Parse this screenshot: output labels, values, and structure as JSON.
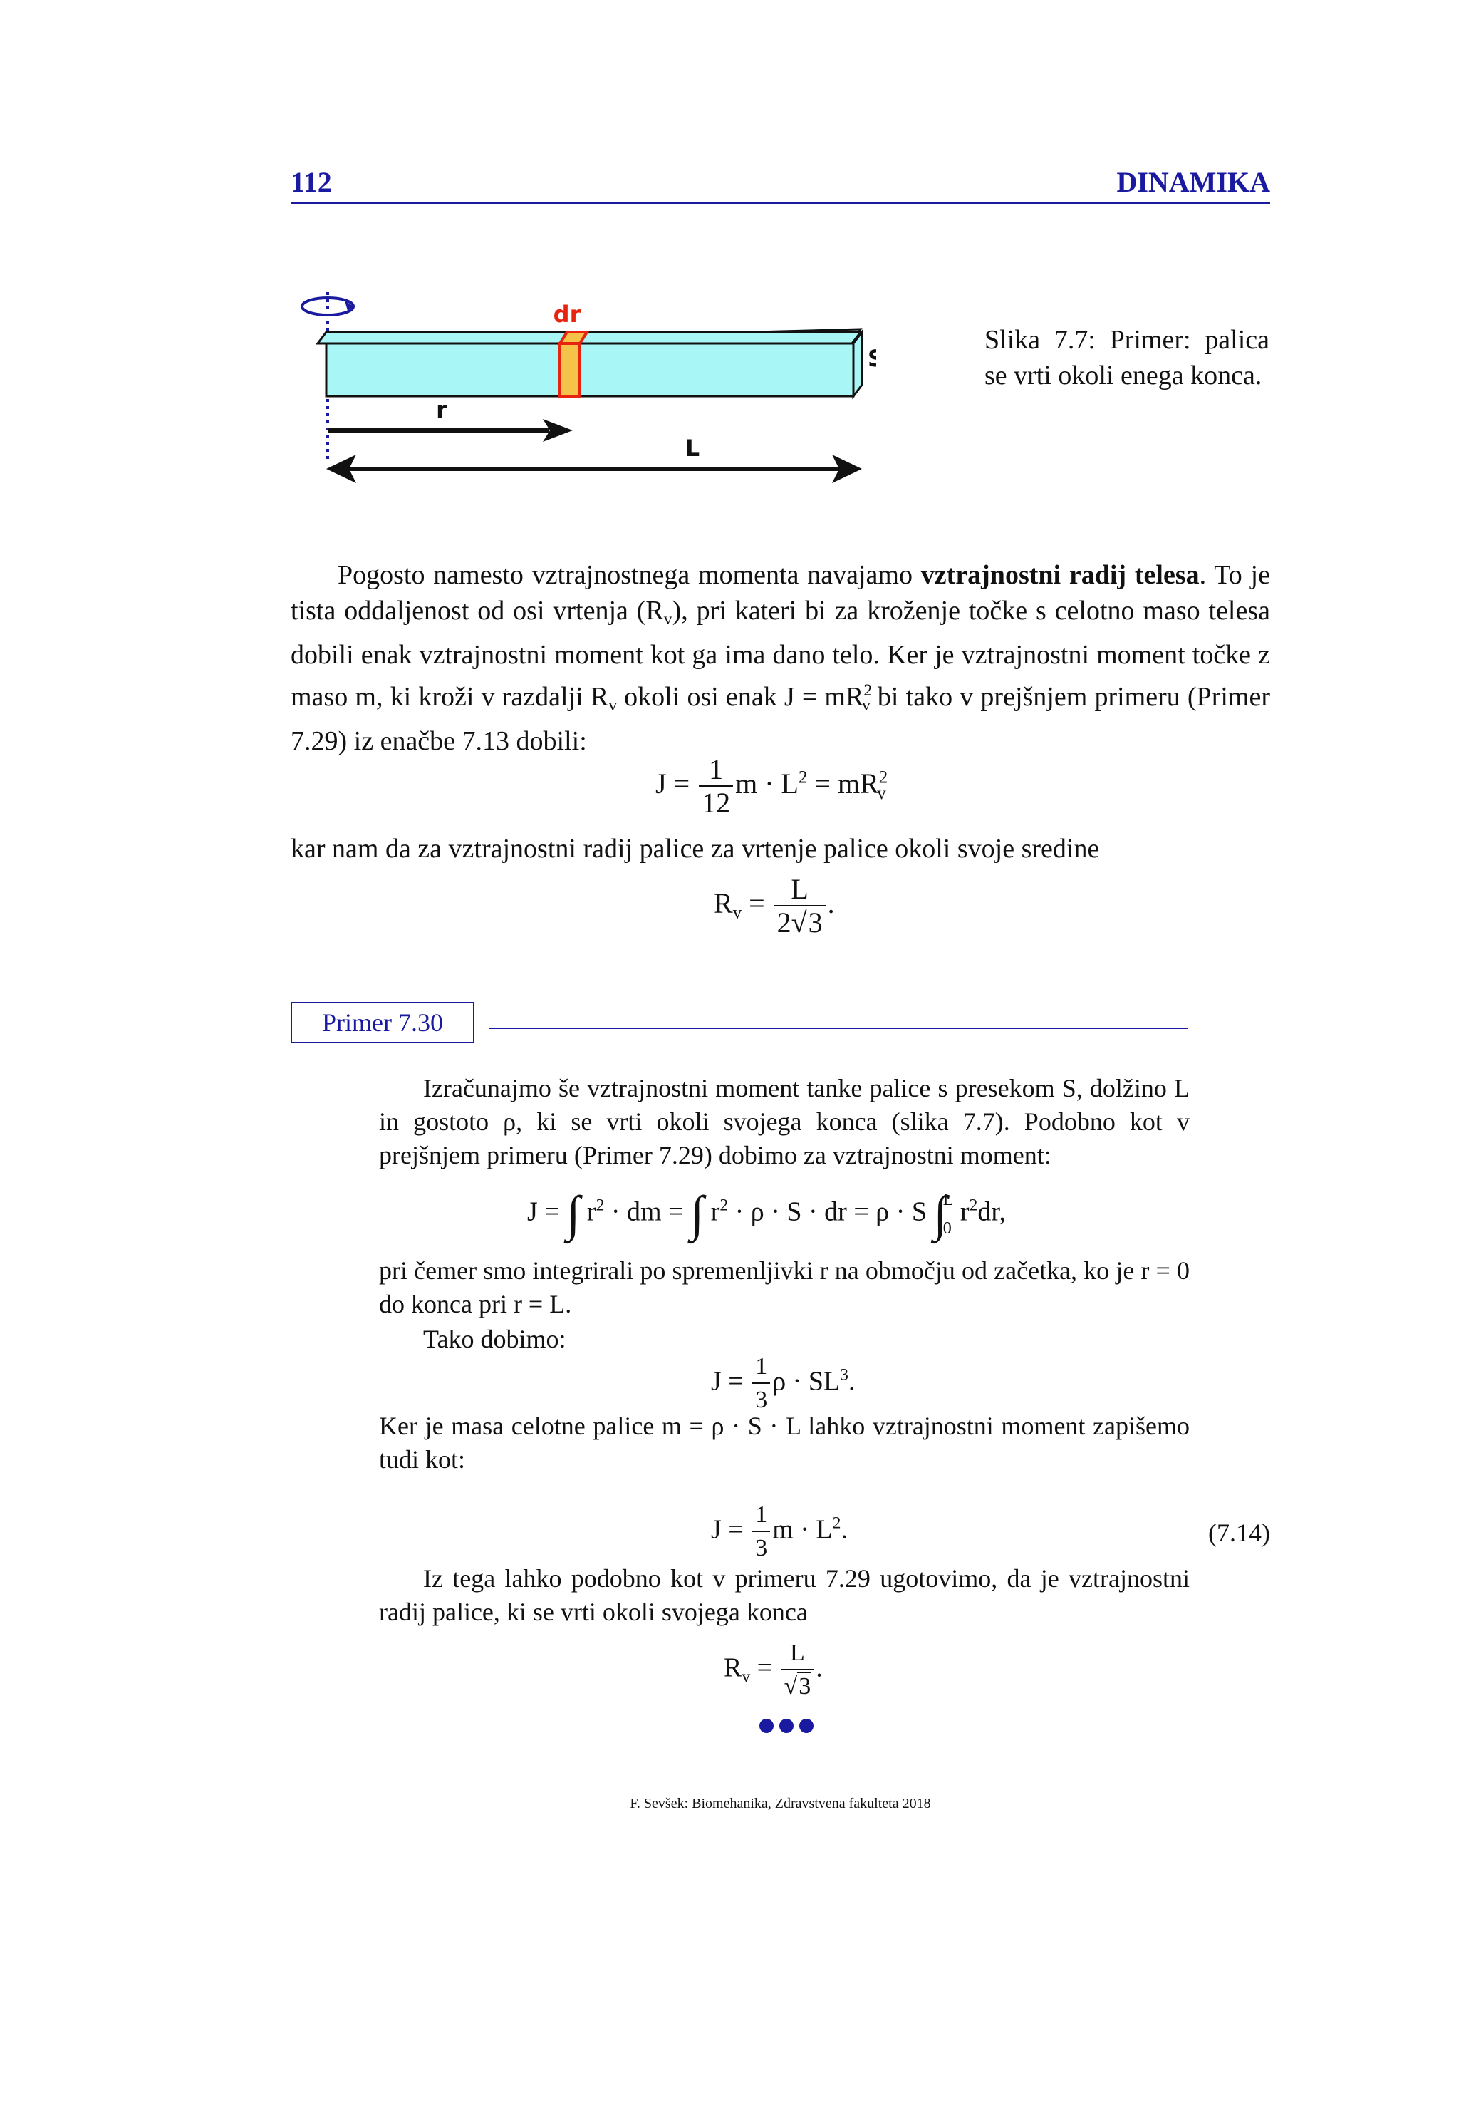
{
  "header": {
    "page_number": "112",
    "section": "DINAMIKA"
  },
  "figure": {
    "labels": {
      "dr": "dr",
      "S": "S",
      "r": "r",
      "L": "L"
    },
    "caption": "Slika 7.7: Primer: palica se vrti okoli enega konca.",
    "colors": {
      "rod_fill": "#a8f6f6",
      "slice_fill": "#f5c24a",
      "slice_stroke": "#e8230f",
      "axis": "#1a1aa0",
      "arrow": "#111111"
    }
  },
  "intro": {
    "p1_a": "Pogosto namesto vztrajnostnega momenta navajamo ",
    "p1_bold": "vztrajnostni radij telesa",
    "p1_b": ". To je tista oddaljenost od osi vrtenja (R",
    "p1_c": "), pri kateri bi za kroženje točke s celotno maso telesa dobili enak vztrajnostni moment kot ga ima dano telo. Ker je vztrajnostni moment točke z maso m, ki kroži v razdalji R",
    "p1_d": " okoli osi enak J = mR",
    "p1_e": " bi tako v prejšnjem primeru (Primer 7.29) iz enačbe 7.13 dobili:",
    "eq1": {
      "lhs": "J =",
      "num": "1",
      "den": "12",
      "rest": "m · L",
      "rest2": " = mR"
    },
    "p2": "kar nam da za vztrajnostni radij palice za vrtenje palice okoli svoje sredine",
    "eq2": {
      "lhs": "R",
      "eqsign": " =",
      "num": "L",
      "den_a": "2",
      "den_b": "3",
      "tail": "."
    }
  },
  "example": {
    "label": "Primer 7.30",
    "p1": "Izračunajmo še vztrajnostni moment tanke palice s presekom S, dolžino L in gostoto ρ, ki se vrti okoli svojega konca (slika 7.7). Podobno kot v prejšnjem primeru (Primer 7.29) dobimo za vztrajnostni moment:",
    "eq3": "J = ∫ r² · dm = ∫ r² · ρ · S · dr = ρ · S ∫₀ᴸ r²dr,",
    "p2": "pri čemer smo integrirali po spremenljivki r na območju od začetka, ko je r = 0 do konca pri r = L.",
    "p3": "Tako dobimo:",
    "eq4": {
      "lhs": "J =",
      "num": "1",
      "den": "3",
      "rest": "ρ · SL",
      "tail": "."
    },
    "p4": "Ker je masa celotne palice m = ρ · S · L lahko vztrajnostni moment zapišemo tudi kot:",
    "eq5": {
      "lhs": "J =",
      "num": "1",
      "den": "3",
      "rest": "m · L",
      "tail": ".",
      "number": "(7.14)"
    },
    "p5": "Iz tega lahko podobno kot v primeru 7.29 ugotovimo, da je vztrajnostni radij palice, ki se vrti okoli svojega konca",
    "eq6": {
      "lhs": "R",
      "eqsign": " =",
      "num": "L",
      "den": "3",
      "tail": "."
    }
  },
  "footer": "F. Sevšek: Biomehanika, Zdravstvena fakulteta 2018"
}
